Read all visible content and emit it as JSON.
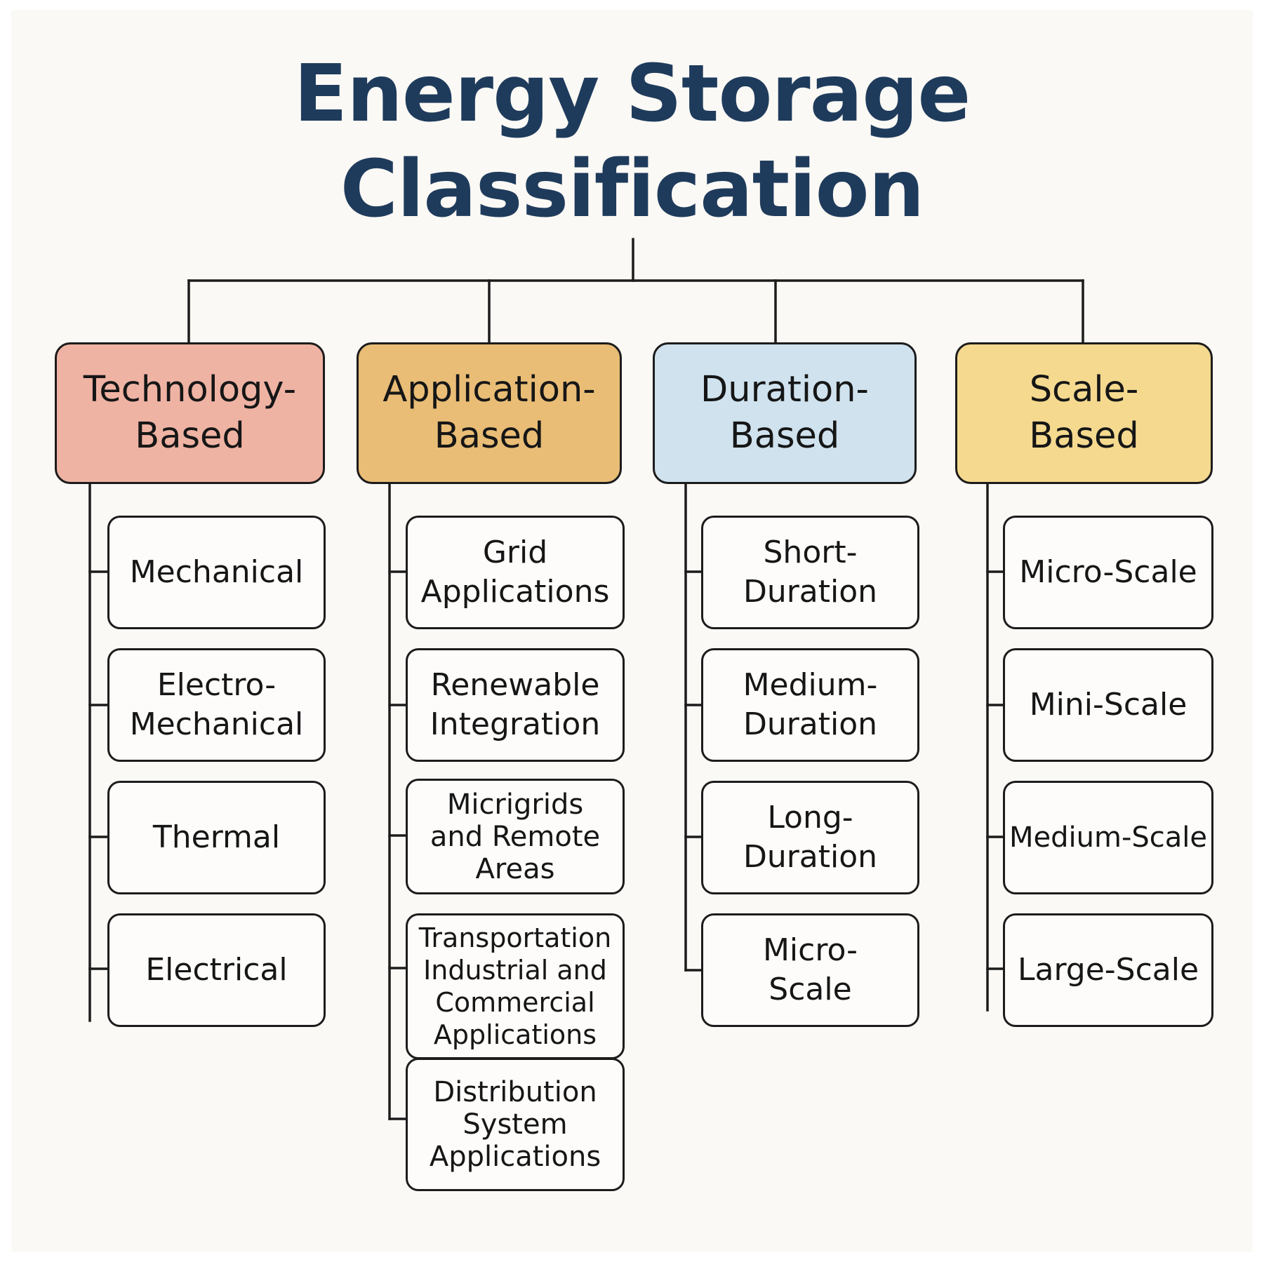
{
  "title": {
    "line1": "Energy Storage",
    "line2": "Classification"
  },
  "colors": {
    "title": "#1f3b5c",
    "technology": "#efb3a3",
    "application": "#e9bd76",
    "duration": "#cfe2ee",
    "scale": "#f4d98f",
    "line": "#1c1c1c"
  },
  "categories": [
    {
      "label": "Technology-\nBased",
      "items": [
        "Mechanical",
        "Electro-\nMechanical",
        "Thermal",
        "Electrical"
      ]
    },
    {
      "label": "Application-\nBased",
      "items": [
        "Grid\nApplications",
        "Renewable\nIntegration",
        "Micrigrids\nand Remote\nAreas",
        "Transportation\nIndustrial and\nCommercial\nApplications",
        "Distribution\nSystem\nApplications"
      ]
    },
    {
      "label": "Duration-\nBased",
      "items": [
        "Short-\nDuration",
        "Medium-\nDuration",
        "Long-\nDuration",
        "Micro-\nScale"
      ]
    },
    {
      "label": "Scale-\nBased",
      "items": [
        "Micro-Scale",
        "Mini-Scale",
        "Medium-Scale",
        "Large-Scale"
      ]
    }
  ]
}
